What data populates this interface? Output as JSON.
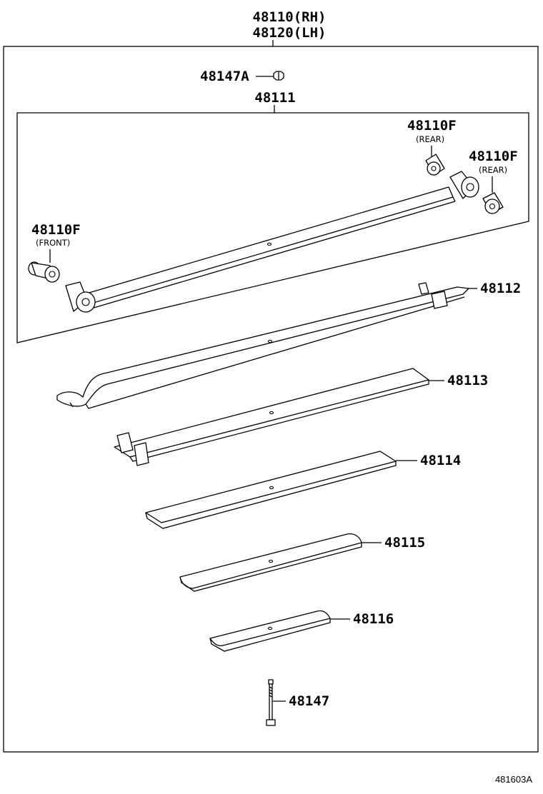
{
  "diagram": {
    "title": {
      "line1": "48110(RH)",
      "line2": "48120(LH)"
    },
    "parts": {
      "p48147A": "48147A",
      "p48111": "48111",
      "p48110F_rear1": "48110F",
      "p48110F_rear1_note": "(REAR)",
      "p48110F_rear2": "48110F",
      "p48110F_rear2_note": "(REAR)",
      "p48110F_front": "48110F",
      "p48110F_front_note": "(FRONT)",
      "p48112": "48112",
      "p48113": "48113",
      "p48114": "48114",
      "p48115": "48115",
      "p48116": "48116",
      "p48147": "48147"
    },
    "reference": "481603A"
  }
}
